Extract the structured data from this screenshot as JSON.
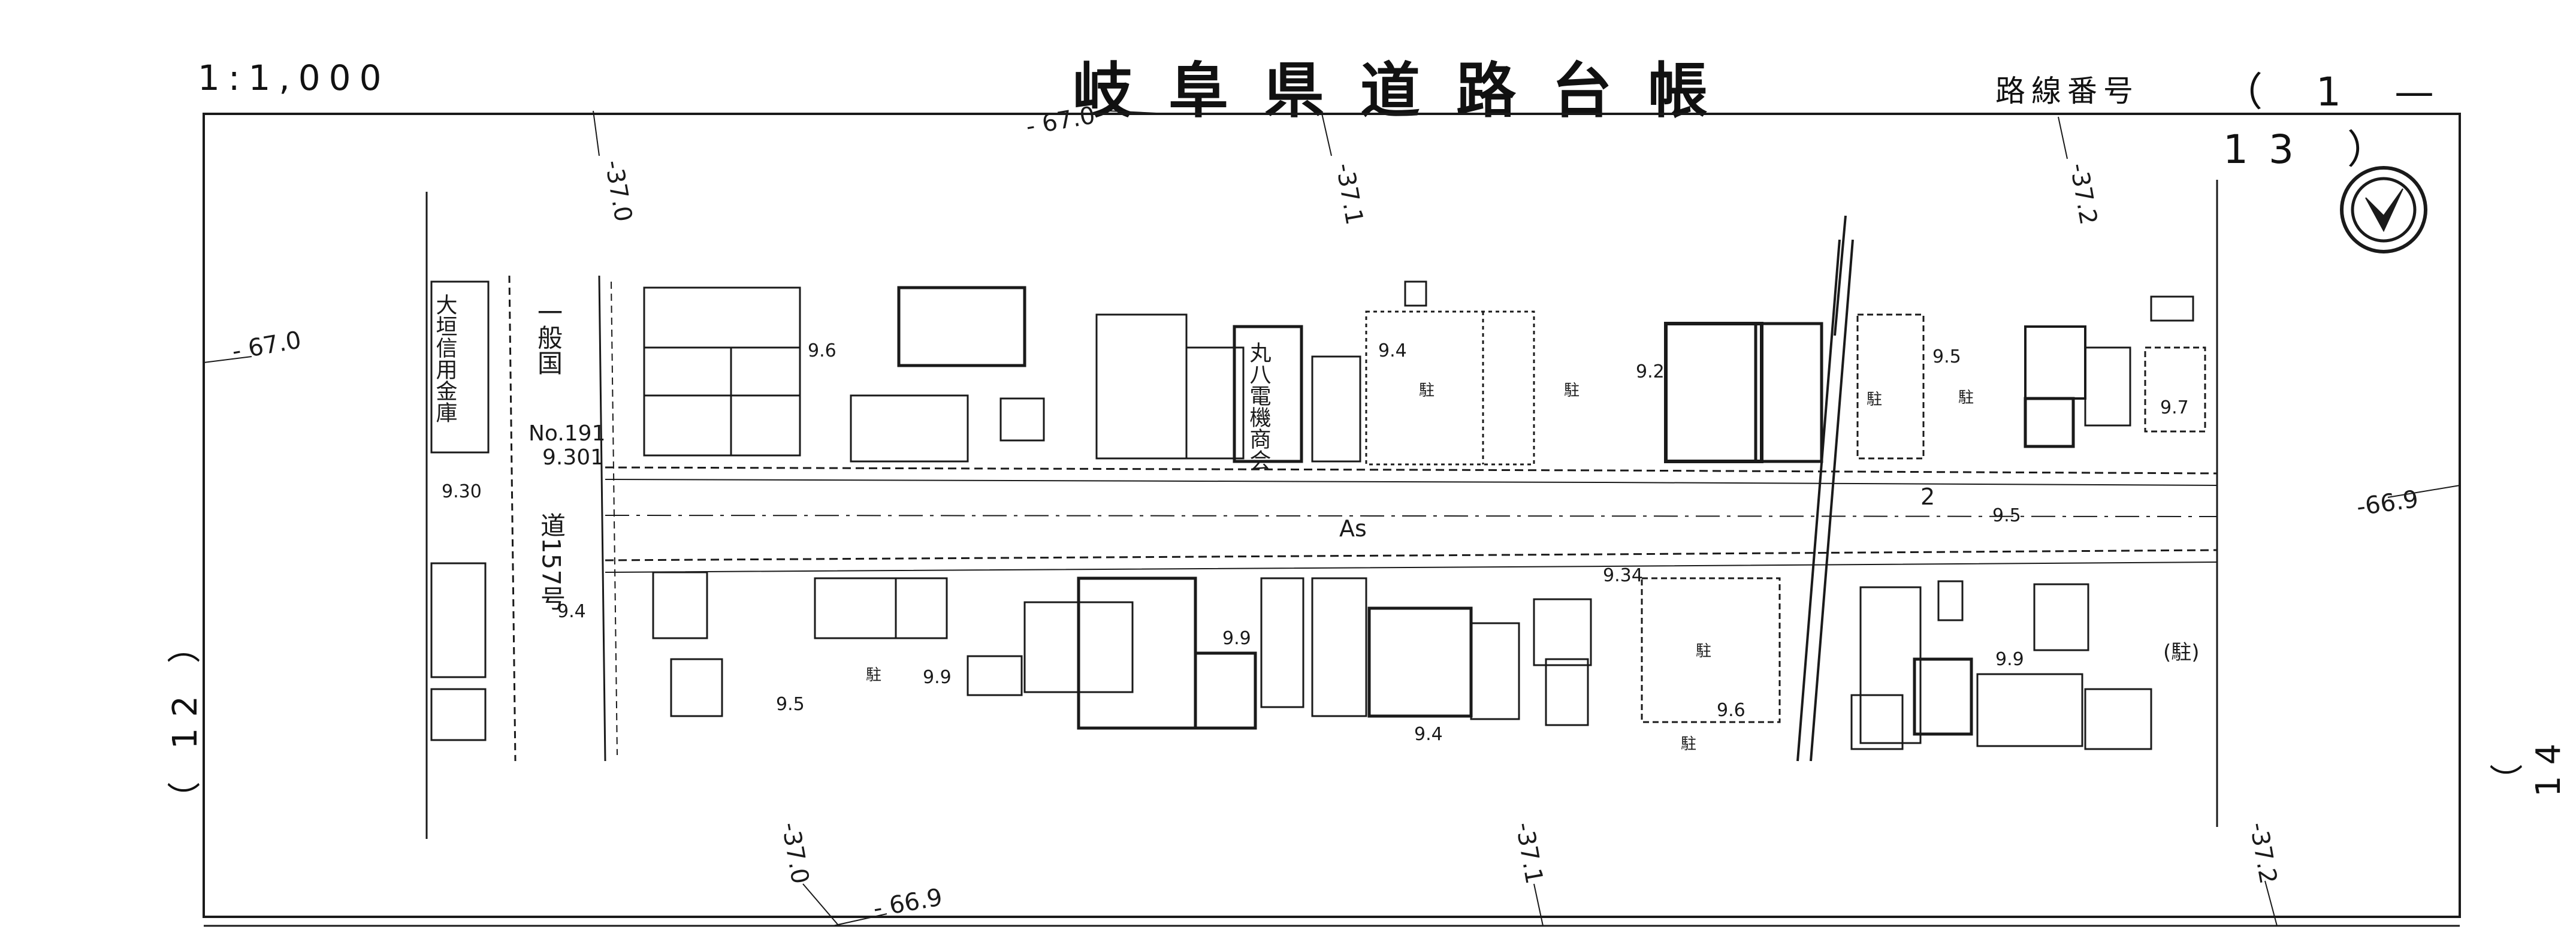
{
  "header": {
    "scale": "1:1,000",
    "title": "岐阜県道路台帳",
    "route_label": "路線番号",
    "route_number": "（ 1 — 13 ）"
  },
  "margins": {
    "sheet_prev": "（ 12 ）",
    "sheet_next": "（ 14 ）"
  },
  "grid_labels": {
    "top_left_y": "- 67.0",
    "left_x": "- 67.0",
    "right_x": "-66.9",
    "bottom_x": "- 66.9",
    "top_x1": "-37.0",
    "top_x2": "-37.1",
    "top_x3": "-37.2",
    "bottom_x1": "-37.0",
    "bottom_x2": "-37.1",
    "bottom_x3": "-37.2"
  },
  "features": {
    "bank_name": "大垣信用金庫",
    "route_vertical_top": "一般国",
    "route_vertical_bottom": "道157号",
    "benchmark_no": "No.191",
    "benchmark_elev": "9.301",
    "shop_name": "丸八電機商会",
    "pavement": "As",
    "parking": "駐",
    "parking_paren": "(駐)",
    "lane_no": "2"
  },
  "elevations": [
    "9.6",
    "9.4",
    "9.2",
    "9.5",
    "9.7",
    "9.30",
    "9.4",
    "9.5",
    "9.9",
    "9.9",
    "9.34",
    "9.6",
    "9.4",
    "9.9",
    "9.5"
  ]
}
